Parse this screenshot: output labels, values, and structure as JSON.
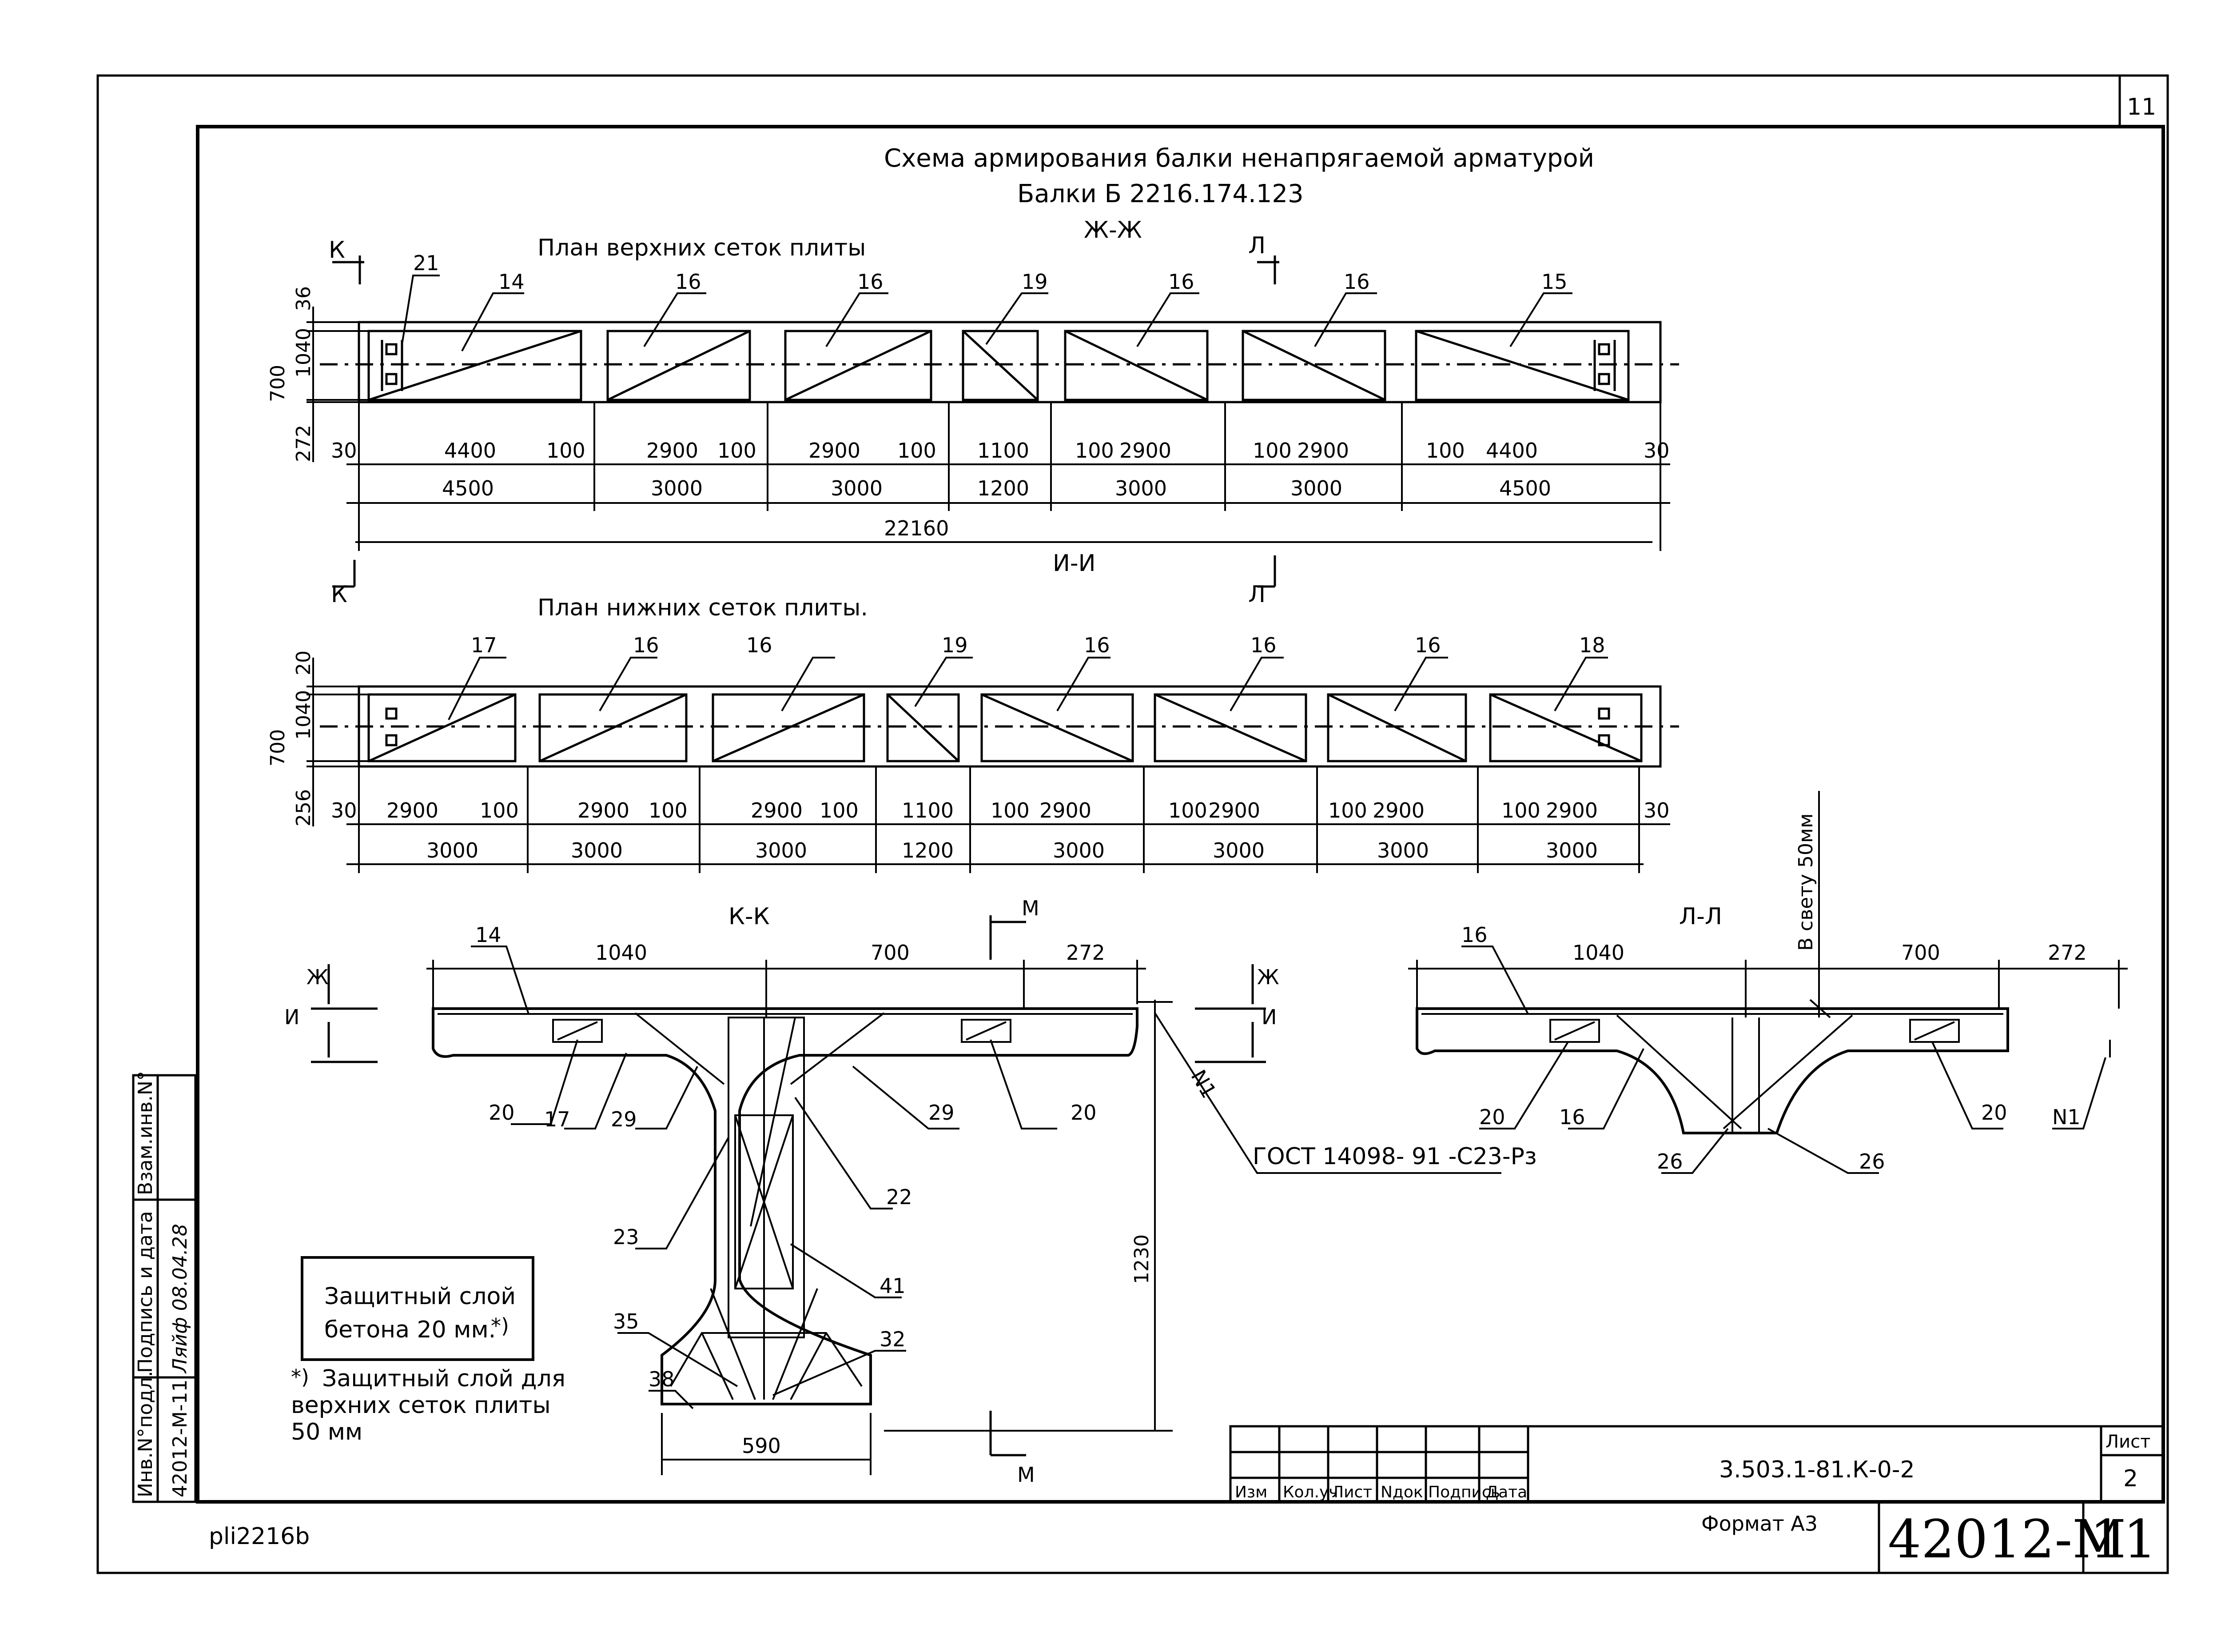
{
  "sheet": {
    "corner_number": "11",
    "file_name": "pli2216b",
    "format": "Формат А3",
    "stamp_code": "42012-М",
    "stamp_sheet": "11"
  },
  "headings": {
    "title_line1": "Схема армирования балки ненапрягаемой арматурой",
    "title_line2": "Балки Б 2216.174.123",
    "section_zh": "Ж-Ж",
    "section_i": "И-И",
    "plan_top": "План верхних сеток плиты",
    "plan_bottom": "План нижних сеток плиты.",
    "section_kk": "К-К",
    "section_ll": "Л-Л"
  },
  "markers": {
    "k": "К",
    "l": "Л",
    "m": "М",
    "zh": "Ж",
    "i": "И"
  },
  "top_plan": {
    "callouts": [
      "21",
      "14",
      "16",
      "16",
      "19",
      "16",
      "16",
      "15"
    ],
    "height_dims": [
      "36",
      "1040",
      "700",
      "272"
    ],
    "row1": [
      "30",
      "4400",
      "100",
      "2900",
      "100",
      "2900",
      "100",
      "1100",
      "100",
      "2900",
      "100",
      "2900",
      "100",
      "4400",
      "30"
    ],
    "row2": [
      "4500",
      "3000",
      "3000",
      "1200",
      "3000",
      "3000",
      "4500"
    ],
    "total": "22160"
  },
  "bottom_plan": {
    "callouts": [
      "17",
      "16",
      "16",
      "19",
      "16",
      "16",
      "16",
      "18"
    ],
    "height_dims": [
      "20",
      "1040",
      "700",
      "256"
    ],
    "row1": [
      "30",
      "2900",
      "100",
      "2900",
      "100",
      "2900",
      "100",
      "1100",
      "100",
      "2900",
      "100",
      "2900",
      "100",
      "2900",
      "100",
      "2900",
      "30"
    ],
    "row2": [
      "3000",
      "3000",
      "3000",
      "1200",
      "3000",
      "3000",
      "3000",
      "3000"
    ]
  },
  "section_k": {
    "dims": [
      "1040",
      "700",
      "272",
      "1230",
      "590"
    ],
    "callouts": [
      "14",
      "20",
      "17",
      "29",
      "29",
      "20",
      "22",
      "23",
      "41",
      "35",
      "32",
      "38"
    ],
    "weld_label": "N1",
    "gost": "ГОСТ 14098- 91 -С23-Рз"
  },
  "section_l": {
    "dims": [
      "1040",
      "700",
      "272"
    ],
    "clear": "В свету 50мм",
    "callouts": [
      "16",
      "20",
      "16",
      "20",
      "N1",
      "26",
      "26"
    ]
  },
  "notes": {
    "box_line1": "Защитный слой",
    "box_line2": "бетона 20 мм.",
    "box_star": "*)",
    "foot_star": "*)",
    "foot_line1": "Защитный слой для",
    "foot_line2": "верхних сеток плиты",
    "foot_line3": "50 мм"
  },
  "side_stamp": {
    "inv_label": "Инв.N°подл.",
    "inv_value": "42012-М-11",
    "sign_label": "Подпись и дата",
    "sign_value": "Ляйф 08.04.28",
    "vzam_label": "Взам.инв.N°"
  },
  "title_block": {
    "headers": [
      "Изм",
      "Кол.уч",
      "Лист",
      "Nдок",
      "Подпись",
      "Дата"
    ],
    "code": "3.503.1-81.К-0-2",
    "sheet_label": "Лист",
    "sheet_value": "2"
  }
}
